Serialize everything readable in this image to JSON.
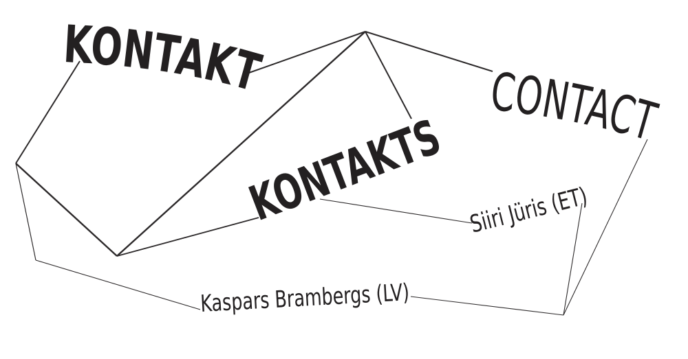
{
  "colors": {
    "text": "#232021",
    "line": "#2c292a",
    "background": "#ffffff"
  },
  "headings": {
    "kontakt": "KONTAKT",
    "kontakts": "KONTAKTS",
    "contact": "CONTACT"
  },
  "contacts": [
    {
      "name": "Siiri Jüris (ET)"
    },
    {
      "name": "Kaspars Brambergs (LV)"
    }
  ]
}
